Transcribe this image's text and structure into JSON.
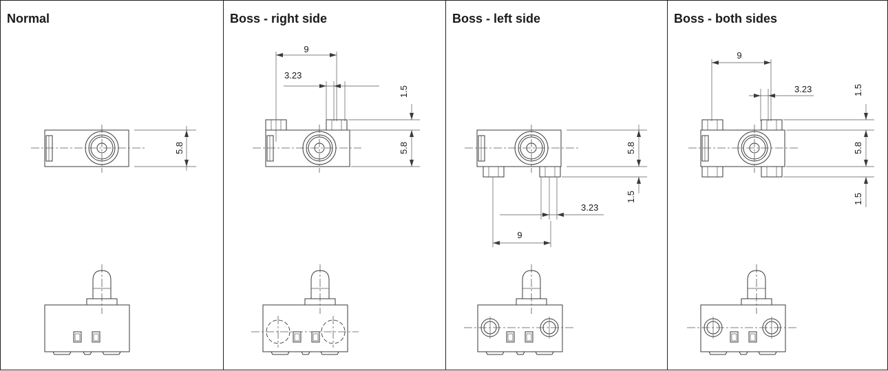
{
  "panels": [
    {
      "title": "Normal",
      "dims": {
        "height": "5.8"
      }
    },
    {
      "title": "Boss - right side",
      "dims": {
        "pitch": "9",
        "offset": "3.23",
        "boss": "1.5",
        "height": "5.8"
      }
    },
    {
      "title": "Boss - left side",
      "dims": {
        "pitch": "9",
        "offset": "3.23",
        "boss": "1.5",
        "height": "5.8"
      }
    },
    {
      "title": "Boss - both sides",
      "dims": {
        "pitch": "9",
        "offset": "3.23",
        "boss_top": "1.5",
        "height": "5.8",
        "boss_bottom": "1.5"
      }
    }
  ]
}
